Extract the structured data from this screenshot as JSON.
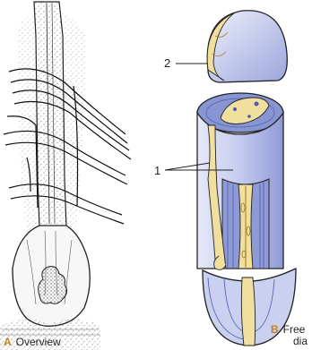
{
  "panel_a": {
    "letter": "A",
    "caption": "Overview"
  },
  "panel_b": {
    "letter": "B",
    "caption_line1": "Free",
    "caption_line2": "dia"
  },
  "labels": {
    "one": "1",
    "two": "2"
  },
  "colors": {
    "caption_letter": "#c8811e",
    "capsule_blue": "#b7c0e8",
    "capsule_dark_blue": "#6f7fc6",
    "core_yellow": "#f1dfa0",
    "ink": "#222222"
  }
}
